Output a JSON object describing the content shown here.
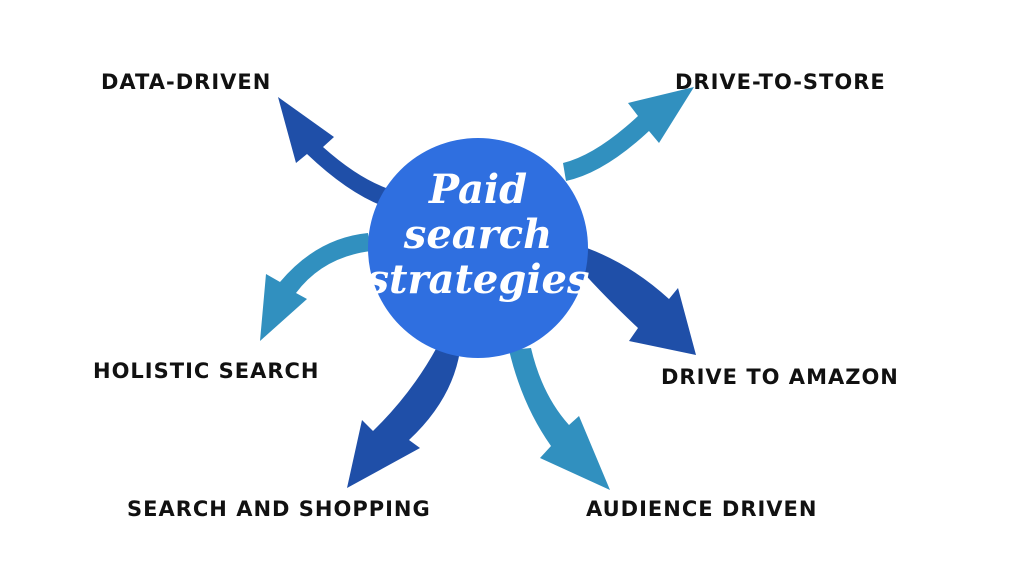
{
  "hub": {
    "lines": [
      "Paid",
      "search",
      "strategies"
    ]
  },
  "colors": {
    "hub": "#2f6fe0",
    "arrow_dark": "#1f4fa8",
    "arrow_light": "#3190bf",
    "label": "#111111",
    "background": "#ffffff"
  },
  "strategies": [
    {
      "label": "DATA-DRIVEN",
      "arrow_color": "dark"
    },
    {
      "label": "DRIVE-TO-STORE",
      "arrow_color": "light"
    },
    {
      "label": "HOLISTIC SEARCH",
      "arrow_color": "light"
    },
    {
      "label": "DRIVE TO AMAZON",
      "arrow_color": "dark"
    },
    {
      "label": "SEARCH AND SHOPPING",
      "arrow_color": "dark"
    },
    {
      "label": "AUDIENCE DRIVEN",
      "arrow_color": "light"
    }
  ]
}
